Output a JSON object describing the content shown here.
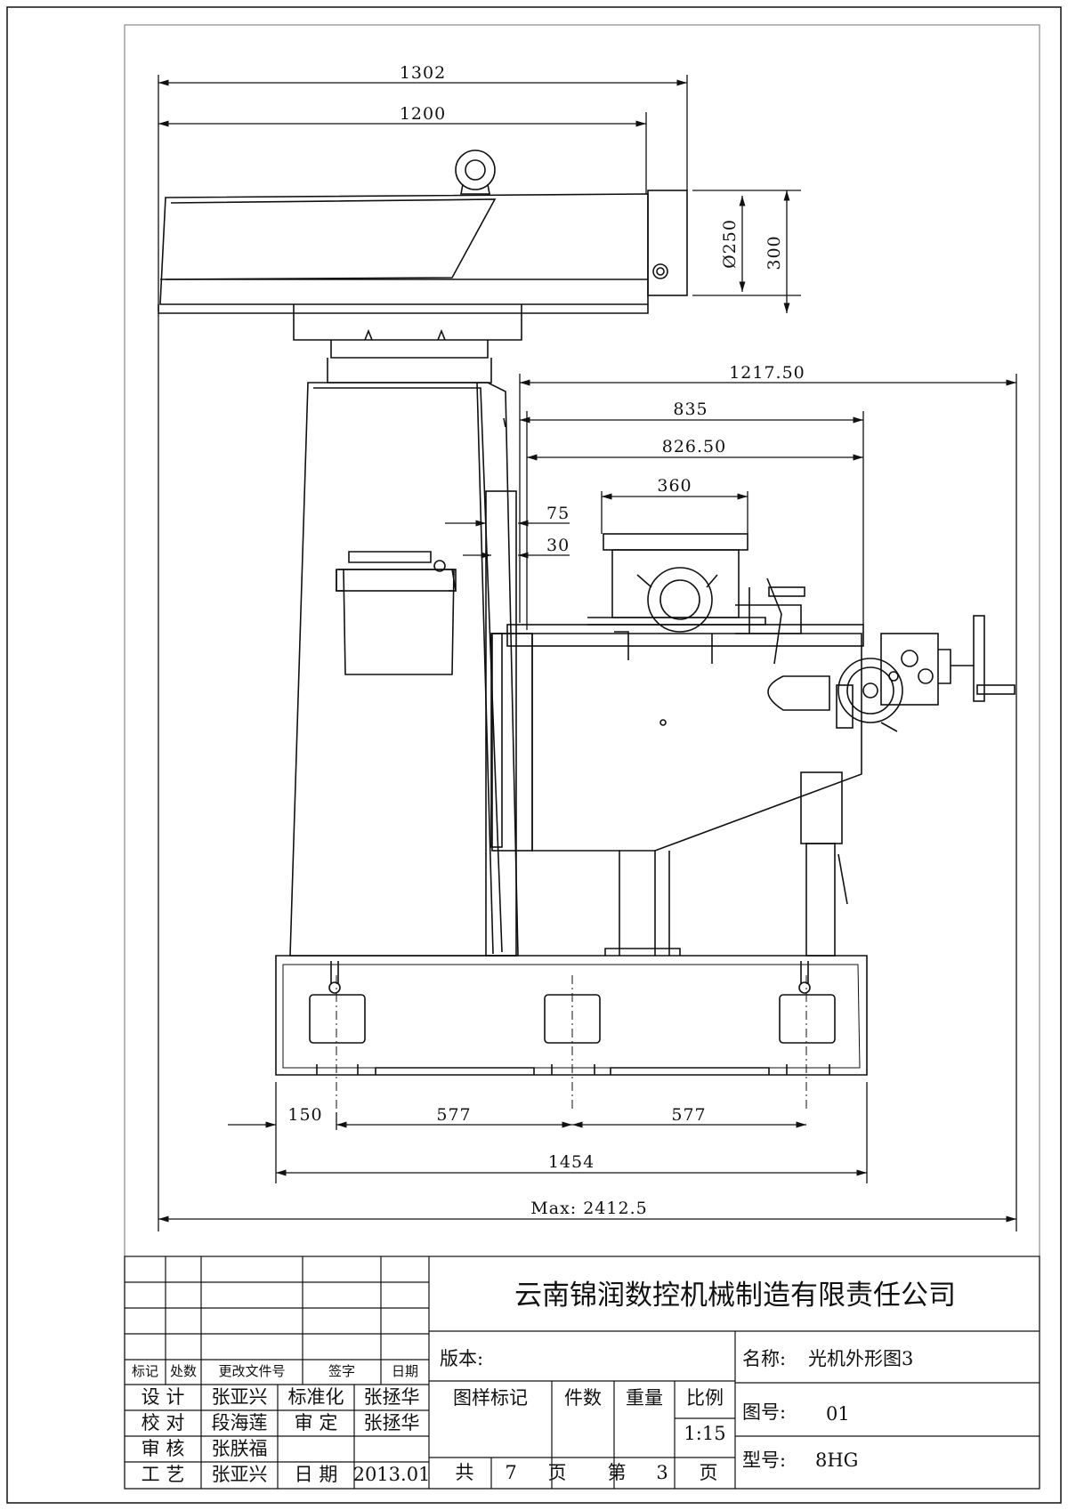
{
  "dimensions": {
    "d1302": "1302",
    "d1200": "1200",
    "dia250": "Ø250",
    "d300": "300",
    "d1217": "1217.50",
    "d835": "835",
    "d826": "826.50",
    "d360": "360",
    "d75": "75",
    "d30": "30",
    "d150": "150",
    "d577a": "577",
    "d577b": "577",
    "d1454": "1454",
    "dmax": "Max: 2412.5"
  },
  "title_block": {
    "company": "云南锦润数控机械制造有限责任公司",
    "version_label": "版本:",
    "name_label": "名称:",
    "name_value": "光机外形图3",
    "drawing_no_label": "图号:",
    "drawing_no_value": "01",
    "model_label": "型号:",
    "model_value": "8HG",
    "col_mark": "标记",
    "col_count": "处数",
    "col_doc": "更改文件号",
    "col_sign": "签字",
    "col_date": "日期",
    "design_label": "设  计",
    "design_name": "张亚兴",
    "standard_label": "标准化",
    "standard_name": "张拯华",
    "check_label": "校  对",
    "check_name": "段海莲",
    "approve_label": "审  定",
    "approve_name": "张拯华",
    "review_label": "审  核",
    "review_name": "张朕福",
    "process_label": "工  艺",
    "process_name": "张亚兴",
    "date_label": "日  期",
    "date_value": "2013.01",
    "sample_mark": "图样标记",
    "quantity": "件数",
    "weight": "重量",
    "scale_label": "比例",
    "scale_value": "1:15",
    "total_label": "共",
    "total_pages": "7",
    "page_unit1": "页",
    "sheet_label": "第",
    "sheet_no": "3",
    "page_unit2": "页"
  }
}
